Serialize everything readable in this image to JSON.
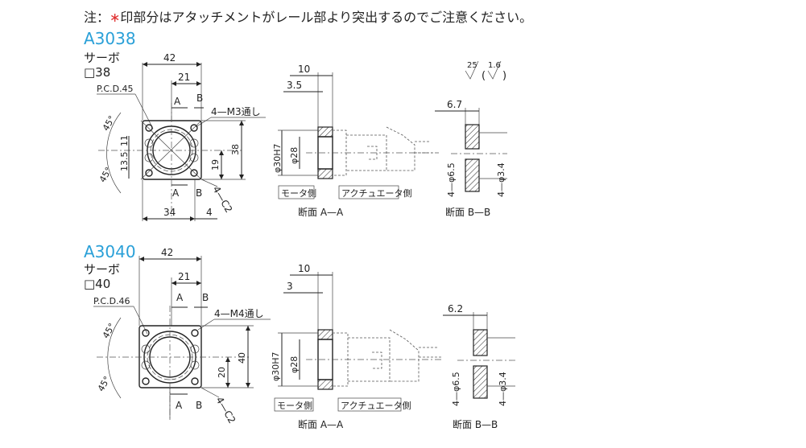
{
  "note": {
    "prefix": "注：",
    "mark": "∗",
    "text": "印部分はアタッチメントがレール部より突出するのでご注意ください。"
  },
  "roughness": {
    "r1": "25",
    "r2": "1.6",
    "open": "(",
    "close": ")"
  },
  "variants": [
    {
      "model": "A3038",
      "servo": "サーボ",
      "size": "□38",
      "dims": {
        "width": "42",
        "half": "21",
        "pcd": "P.C.D.45",
        "tap": "4—M3通し",
        "height": "38",
        "half_h": "19",
        "off1": "11",
        "off2": "13.5",
        "bottom": "34",
        "edge": "4",
        "chamfer": "4—C2",
        "angle": "45°",
        "sec_a_w": "10",
        "sec_a_t": "3.5",
        "bore": "φ30H7",
        "pilot": "φ28",
        "sec_b_w": "6.7",
        "hole1": "4—φ6.5",
        "hole2": "4—φ3.4",
        "label_a": "A",
        "label_b": "B"
      },
      "labels": {
        "motor_side": "モータ側",
        "actuator_side": "アクチュエータ側",
        "section_a": "断面 A—A",
        "section_b": "断面 B—B"
      }
    },
    {
      "model": "A3040",
      "servo": "サーボ",
      "size": "□40",
      "dims": {
        "width": "42",
        "half": "21",
        "pcd": "P.C.D.46",
        "tap": "4—M4通し",
        "height": "40",
        "half_h": "20",
        "chamfer": "4—C2",
        "angle": "45°",
        "sec_a_w": "10",
        "sec_a_t": "3",
        "bore": "φ30H7",
        "pilot": "φ28",
        "sec_b_w": "6.2",
        "hole1": "4—φ6.5",
        "hole2": "4—φ3.4",
        "label_a": "A",
        "label_b": "B"
      },
      "labels": {
        "motor_side": "モータ側",
        "actuator_side": "アクチュエータ側",
        "section_a": "断面 A—A",
        "section_b": "断面 B—B"
      }
    }
  ]
}
